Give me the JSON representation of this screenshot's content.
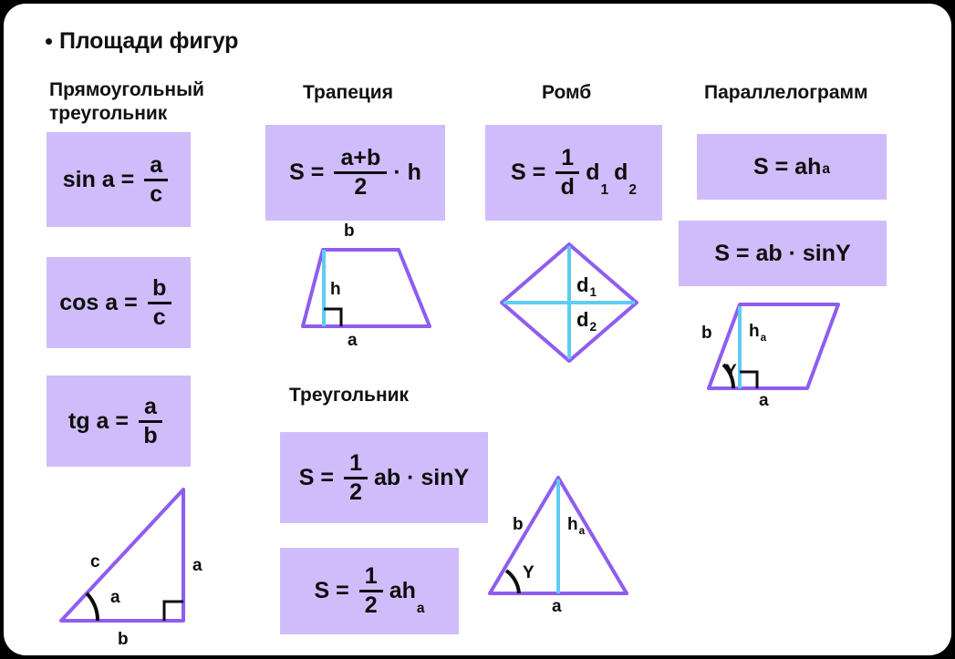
{
  "page": {
    "title": "Площади фигур",
    "bullet": "bullet-dot",
    "background_color": "#000000",
    "card_color": "#ffffff",
    "box_color": "#d0bcfb",
    "shape_stroke_color": "#8e5df0",
    "height_line_color": "#5ecdf5",
    "text_color": "#0d0d0d"
  },
  "sections": {
    "right_triangle": {
      "heading": "Прямоугольный\nтреугольник",
      "formulas": [
        {
          "lhs": "sin a =",
          "num": "a",
          "den": "c"
        },
        {
          "lhs": "cos a =",
          "num": "b",
          "den": "c"
        },
        {
          "lhs": "tg a =",
          "num": "a",
          "den": "b"
        }
      ],
      "diagram": {
        "name": "right-triangle-diagram",
        "labels": {
          "hypotenuse": "c",
          "vertical": "a",
          "base": "b",
          "angle": "a"
        }
      }
    },
    "trapezoid": {
      "heading": "Трапеция",
      "formula": {
        "lhs": "S =",
        "num": "a+b",
        "den": "2",
        "tail": "· h"
      },
      "diagram": {
        "name": "trapezoid-diagram",
        "labels": {
          "top": "b",
          "height": "h",
          "bottom": "a"
        }
      }
    },
    "rhombus": {
      "heading": "Ромб",
      "formula": {
        "lhs": "S =",
        "num": "1",
        "den": "d",
        "tail_main": "d",
        "tail_sub1": "1",
        "tail_main2": "d",
        "tail_sub2": "2"
      },
      "diagram": {
        "name": "rhombus-diagram",
        "labels": {
          "diagonal1": "d",
          "diagonal1_sub": "1",
          "diagonal2": "d",
          "diagonal2_sub": "2"
        }
      }
    },
    "parallelogram": {
      "heading": "Параллелограмм",
      "formulas": [
        {
          "text": "S = ah",
          "sub": "a"
        },
        {
          "text": "S = ab · sinY",
          "sub": ""
        }
      ],
      "diagram": {
        "name": "parallelogram-diagram",
        "labels": {
          "side": "b",
          "height": "h",
          "height_sub": "a",
          "angle": "Y",
          "base": "a"
        }
      }
    },
    "triangle": {
      "heading": "Треугольник",
      "formulas": [
        {
          "lhs": "S =",
          "num": "1",
          "den": "2",
          "tail": "ab · sinY",
          "sub": ""
        },
        {
          "lhs": "S =",
          "num": "1",
          "den": "2",
          "tail": "ah",
          "sub": "a"
        }
      ],
      "diagram": {
        "name": "triangle-diagram",
        "labels": {
          "side": "b",
          "height": "h",
          "height_sub": "a",
          "angle": "Y",
          "base": "a"
        }
      }
    }
  }
}
